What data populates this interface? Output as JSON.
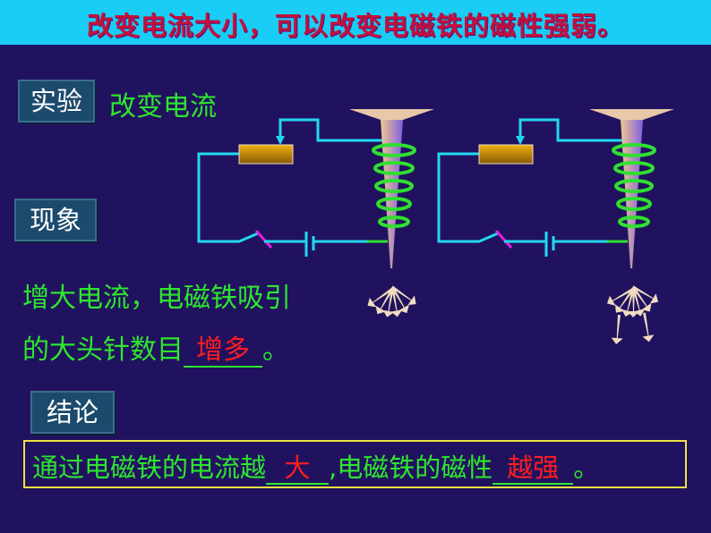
{
  "title": "改变电流大小，可以改变电磁铁的磁性强弱。",
  "experiment": {
    "tag": "实验",
    "text": "改变电流"
  },
  "phenomenon": {
    "tag": "现象",
    "line1": "增大电流，电磁铁吸引",
    "line2_prefix": "的大头针数目",
    "line2_answer": "增多",
    "line2_suffix": "。"
  },
  "conclusion": {
    "tag": "结论",
    "prefix": "通过电磁铁的电流越",
    "answer1": "大",
    "middle": ",电磁铁的磁性",
    "answer2": "越强",
    "suffix": "。"
  },
  "colors": {
    "background": "#21125f",
    "title_bar": "#19cdf5",
    "title_text": "#c4103a",
    "text": "#2ee62e",
    "answer": "#ff1e1e",
    "wire": "#22d8f0",
    "coil": "#30e030",
    "border": "#f0e040"
  }
}
